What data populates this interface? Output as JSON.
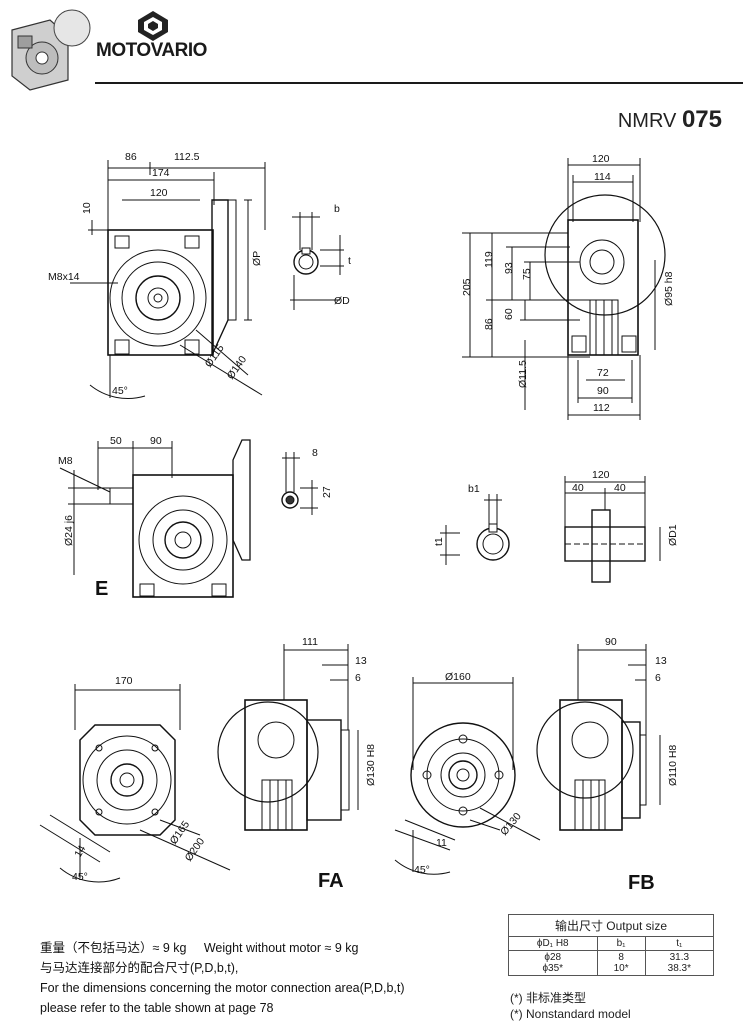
{
  "header": {
    "brand": "MOTOVARIO",
    "model_prefix": "NMRV",
    "model_number": "075"
  },
  "views": {
    "main": {
      "dims_top": [
        "86",
        "112.5",
        "174",
        "120"
      ],
      "dim_left": "10",
      "thread": "M8x14",
      "dia_p": "ØP",
      "dia_115": "Ø115",
      "dia_140": "Ø140",
      "angle": "45°"
    },
    "key_small": {
      "b": "b",
      "t": "t",
      "d": "ØD"
    },
    "side": {
      "w120": "120",
      "w114": "114",
      "h205": "205",
      "h119": "119",
      "h93": "93",
      "h75": "75",
      "h86": "86",
      "h60": "60",
      "dia115": "Ø11.5",
      "w72": "72",
      "w90": "90",
      "w112": "112",
      "dia95": "Ø95 h8"
    },
    "e_view": {
      "label": "E",
      "d50": "50",
      "d90": "90",
      "thread": "M8",
      "shaft": "Ø24 j6",
      "k8": "8",
      "k27": "27"
    },
    "hollow": {
      "b1": "b1",
      "t1": "t1",
      "w120": "120",
      "w40a": "40",
      "w40b": "40",
      "d1": "ØD1"
    },
    "fa": {
      "label": "FA",
      "w170": "170",
      "d111": "111",
      "d13": "13",
      "d6": "6",
      "dia130": "Ø130 H8",
      "dia165": "Ø165",
      "dia200": "Ø200",
      "d14": "14",
      "angle": "45°"
    },
    "fb": {
      "label": "FB",
      "dia160": "Ø160",
      "d90": "90",
      "d13": "13",
      "d6": "6",
      "dia110": "Ø110 H8",
      "dia130": "Ø130",
      "d11": "11",
      "angle": "45°"
    }
  },
  "notes": {
    "line1_cn": "重量（不包括马达）≈ 9 kg",
    "line1_en": "Weight without motor  ≈  9 kg",
    "line2": "与马达连接部分的配合尺寸(P,D,b,t),",
    "line3": "For the dimensions concerning the motor connection area(P,D,b,t)",
    "line4": "please refer to the table shown at page 78"
  },
  "output_table": {
    "caption": "输出尺寸  Output size",
    "headers": [
      "ϕD₁ H8",
      "b₁",
      "t₁"
    ],
    "rows": [
      [
        "ϕ28",
        "8",
        "31.3"
      ],
      [
        "ϕ35*",
        "10*",
        "38.3*"
      ]
    ]
  },
  "footnote": {
    "line1": "(*) 非标准类型",
    "line2": "(*) Nonstandard model"
  }
}
